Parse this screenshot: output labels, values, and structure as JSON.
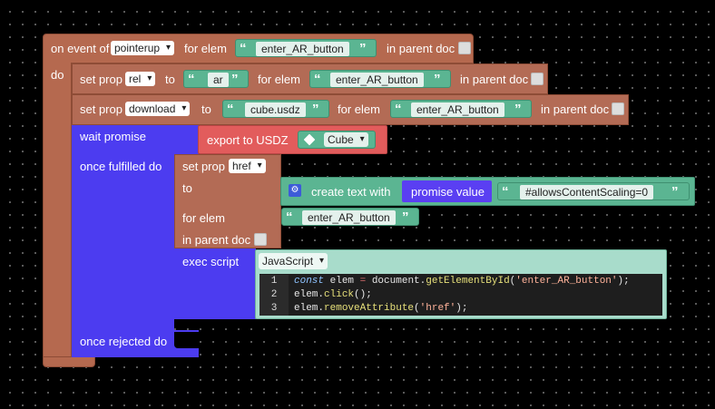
{
  "event_block": {
    "on_event_label": "on event of",
    "event_value": "pointerup",
    "for_elem_label": "for elem",
    "elem_value": "enter_AR_button",
    "in_parent_doc_label": "in parent doc",
    "do_label": "do"
  },
  "set_rel": {
    "set_prop_label": "set prop",
    "prop_value": "rel",
    "to_label": "to",
    "value": "ar",
    "for_elem_label": "for elem",
    "elem_value": "enter_AR_button",
    "in_parent_doc_label": "in parent doc"
  },
  "set_download": {
    "set_prop_label": "set prop",
    "prop_value": "download",
    "to_label": "to",
    "value": "cube.usdz",
    "for_elem_label": "for elem",
    "elem_value": "enter_AR_button",
    "in_parent_doc_label": "in parent doc"
  },
  "wait_promise": {
    "label": "wait promise",
    "export_label": "export to USDZ",
    "object_value": "Cube",
    "once_fulfilled_label": "once fulfilled do",
    "once_rejected_label": "once rejected do"
  },
  "set_href": {
    "set_prop_label": "set prop",
    "prop_value": "href",
    "to_label": "to",
    "create_text_label": "create text with",
    "promise_value_label": "promise value",
    "fragment_value": "#allowsContentScaling=0",
    "for_elem_label": "for elem",
    "elem_value": "enter_AR_button",
    "in_parent_doc_label": "in parent doc"
  },
  "exec_script": {
    "label": "exec script",
    "language": "JavaScript",
    "line_numbers": [
      "1",
      "2",
      "3"
    ]
  },
  "quote_open": "“",
  "quote_close": "”",
  "colors": {
    "event_block": "#b5694f",
    "control_block": "#4c3cf0",
    "text_block": "#5bb592",
    "export_block": "#e25c5c",
    "script_panel": "#a8dccb"
  }
}
